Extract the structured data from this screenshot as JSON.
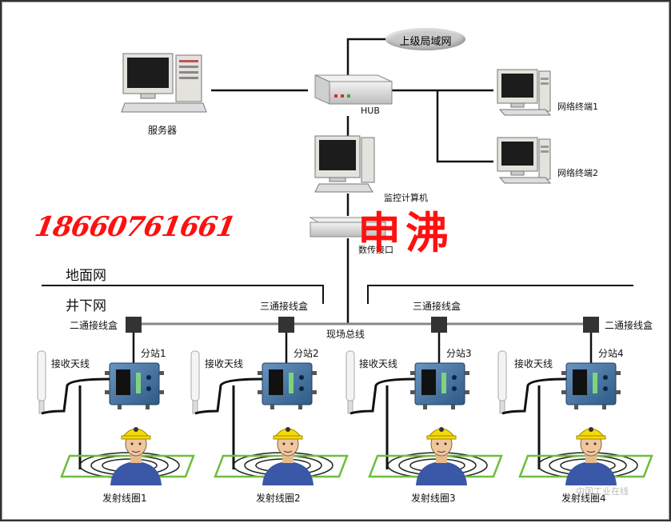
{
  "nodes": {
    "server": "服务器",
    "hub": "HUB",
    "upper_lan": "上级局域网",
    "terminal_1": "网络终端1",
    "terminal_2": "网络终端2",
    "monitor_pc": "监控计算机",
    "data_port": "数传接口"
  },
  "zones": {
    "ground": "地面网",
    "underground": "井下网"
  },
  "bus": {
    "label": "现场总线",
    "box_two_way": "二通接线盒",
    "box_three_way": "三通接线盒"
  },
  "stations": [
    {
      "station": "分站1",
      "antenna": "接收天线",
      "coil": "发射线圈1"
    },
    {
      "station": "分站2",
      "antenna": "接收天线",
      "coil": "发射线圈2"
    },
    {
      "station": "分站3",
      "antenna": "接收天线",
      "coil": "发射线圈3"
    },
    {
      "station": "分站4",
      "antenna": "接收天线",
      "coil": "发射线圈4"
    }
  ],
  "overlay": {
    "phone": "18660761661",
    "mark": "申沸"
  },
  "watermark": "中国工业在线",
  "colors": {
    "overlay_red": "#ff1010",
    "line": "#111111",
    "station_blue": "#3f6f9f",
    "coil_green": "#6bbf3a",
    "helmet_yellow": "#f5d90a"
  }
}
